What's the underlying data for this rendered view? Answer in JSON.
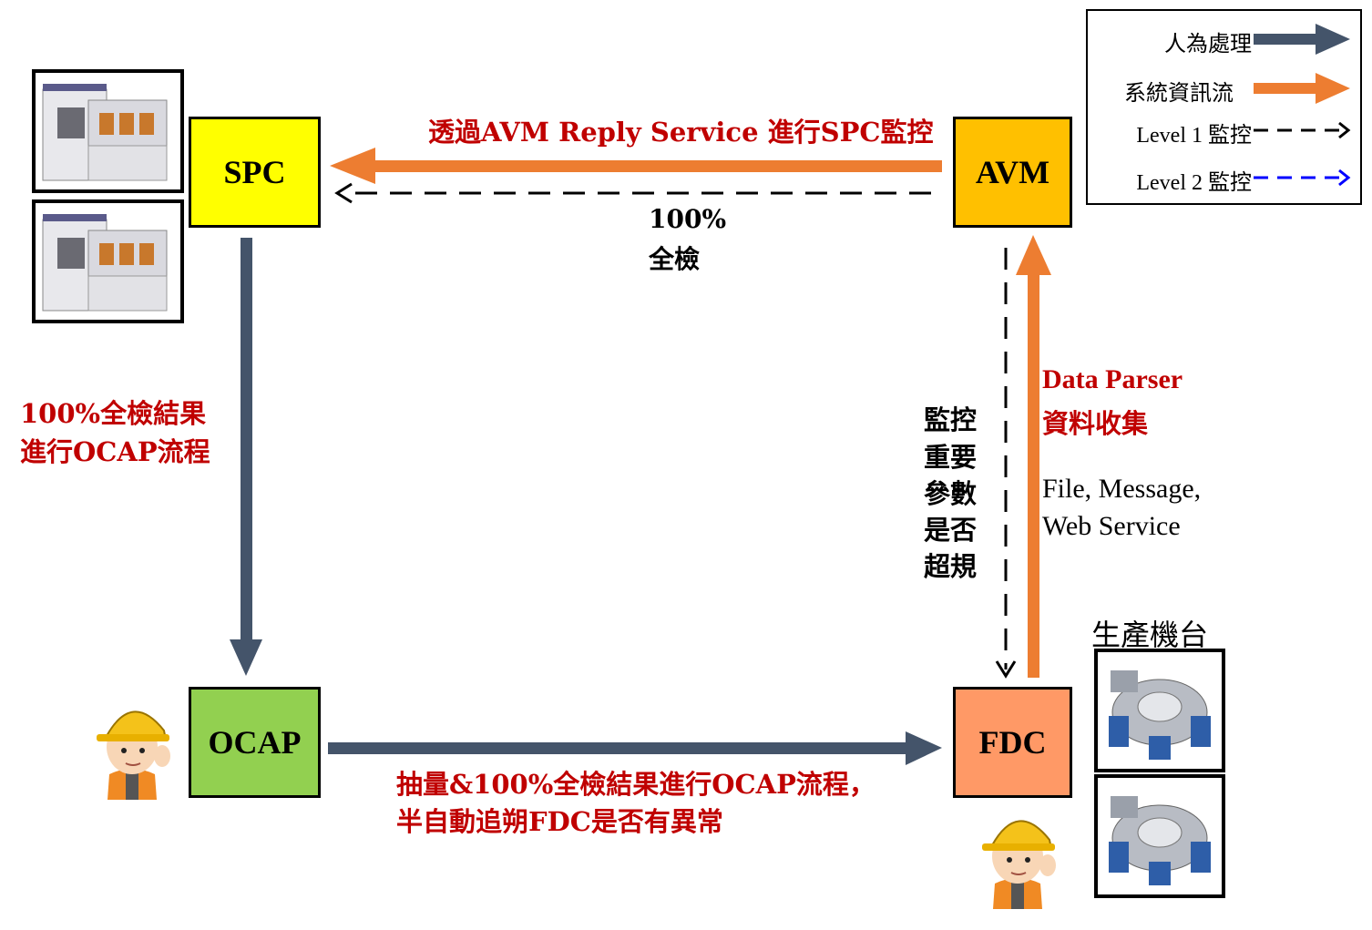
{
  "boxes": {
    "spc": "SPC",
    "avm": "AVM",
    "ocap": "OCAP",
    "fdc": "FDC"
  },
  "labels": {
    "avm_to_spc": "透過AVM Reply Service 進行SPC監控",
    "full_inspection_pct": "100%",
    "full_inspection": "全檢",
    "spc_ocap_line1": "100%全檢結果",
    "spc_ocap_line2": "進行OCAP流程",
    "ocap_fdc_line1": "抽量&100%全檢結果進行OCAP流程，",
    "ocap_fdc_line2": "半自動追朔FDC是否有異常",
    "data_parser": "Data Parser",
    "data_collect": "資料收集",
    "sources_line1": "File, Message,",
    "sources_line2": "Web Service",
    "monitor_chars": [
      "監控",
      "重要",
      "參數",
      "是否",
      "超規"
    ],
    "production_tools": "生產機台"
  },
  "legend": {
    "items": [
      {
        "label": "人為處理",
        "style": "manual",
        "color": "#44546a"
      },
      {
        "label": "系統資訊流",
        "style": "system",
        "color": "#ed7d31"
      },
      {
        "label": "Level 1 監控",
        "style": "level1",
        "color": "#000000"
      },
      {
        "label": "Level 2 監控",
        "style": "level2",
        "color": "#0000ff"
      }
    ]
  },
  "colors": {
    "spc": "#ffff00",
    "avm": "#ffc000",
    "ocap": "#92d050",
    "fdc": "#ff9966",
    "system_flow": "#ed7d31",
    "manual_flow": "#44546a",
    "label_red": "#c00000"
  }
}
